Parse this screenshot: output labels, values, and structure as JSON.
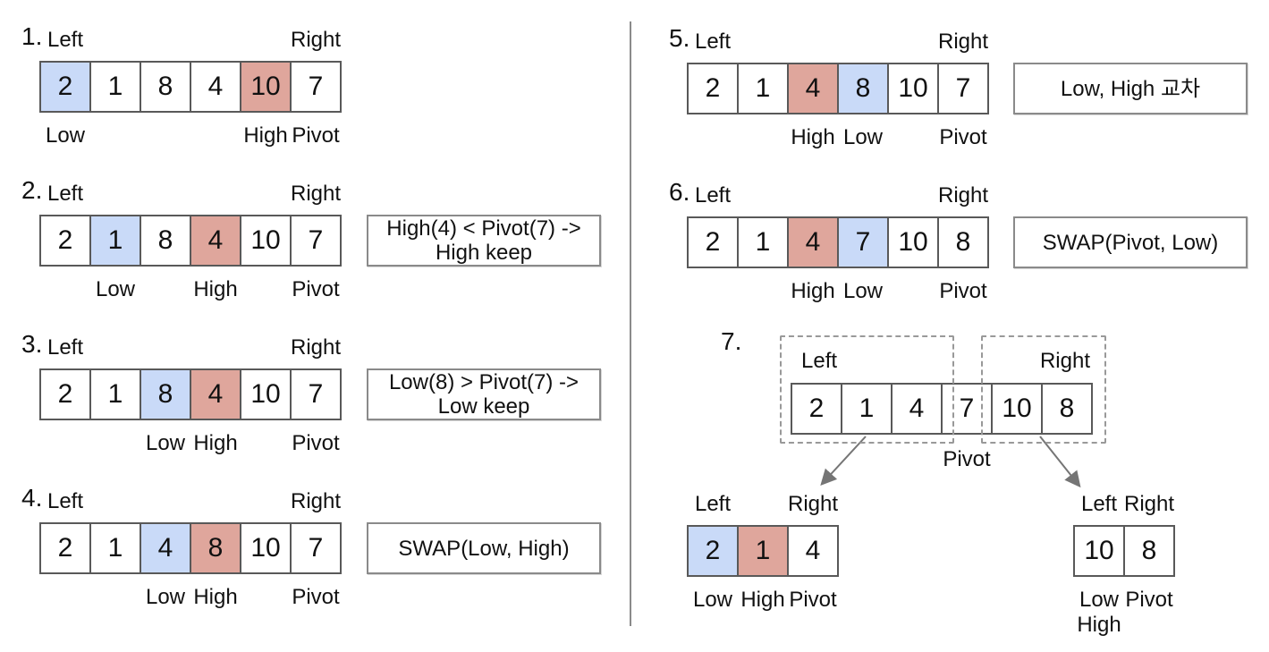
{
  "title": "Quicksort partition steps diagram",
  "colors": {
    "low_highlight_blue": "#c9daf8",
    "high_highlight_red": "#dfa69c",
    "cell_border": "#595959",
    "note_border": "#8a8a8a",
    "dashed_box_border": "#999999",
    "arrow": "#757575",
    "divider": "#8a8a8a",
    "text": "#111111",
    "background": "#ffffff"
  },
  "steps": [
    {
      "number": "1.",
      "top_labels": [
        {
          "text": "Left",
          "cell": 0
        },
        {
          "text": "Right",
          "cell": 5
        }
      ],
      "cells": [
        {
          "v": "2",
          "hl": "blue"
        },
        {
          "v": "1"
        },
        {
          "v": "8"
        },
        {
          "v": "4"
        },
        {
          "v": "10",
          "hl": "red"
        },
        {
          "v": "7"
        }
      ],
      "bottom_labels": [
        {
          "text": "Low",
          "cell": 0
        },
        {
          "text": "High",
          "cell": 4
        },
        {
          "text": "Pivot",
          "cell": 5
        }
      ],
      "note_lines": []
    },
    {
      "number": "2.",
      "top_labels": [
        {
          "text": "Left",
          "cell": 0
        },
        {
          "text": "Right",
          "cell": 5
        }
      ],
      "cells": [
        {
          "v": "2"
        },
        {
          "v": "1",
          "hl": "blue"
        },
        {
          "v": "8"
        },
        {
          "v": "4",
          "hl": "red"
        },
        {
          "v": "10"
        },
        {
          "v": "7"
        }
      ],
      "bottom_labels": [
        {
          "text": "Low",
          "cell": 1
        },
        {
          "text": "High",
          "cell": 3
        },
        {
          "text": "Pivot",
          "cell": 5
        }
      ],
      "note_lines": [
        "High(4) < Pivot(7) ->",
        "High keep"
      ]
    },
    {
      "number": "3.",
      "top_labels": [
        {
          "text": "Left",
          "cell": 0
        },
        {
          "text": "Right",
          "cell": 5
        }
      ],
      "cells": [
        {
          "v": "2"
        },
        {
          "v": "1"
        },
        {
          "v": "8",
          "hl": "blue"
        },
        {
          "v": "4",
          "hl": "red"
        },
        {
          "v": "10"
        },
        {
          "v": "7"
        }
      ],
      "bottom_labels": [
        {
          "text": "Low",
          "cell": 2
        },
        {
          "text": "High",
          "cell": 3
        },
        {
          "text": "Pivot",
          "cell": 5
        }
      ],
      "note_lines": [
        "Low(8) > Pivot(7) ->",
        "Low keep"
      ]
    },
    {
      "number": "4.",
      "top_labels": [
        {
          "text": "Left",
          "cell": 0
        },
        {
          "text": "Right",
          "cell": 5
        }
      ],
      "cells": [
        {
          "v": "2"
        },
        {
          "v": "1"
        },
        {
          "v": "4",
          "hl": "blue"
        },
        {
          "v": "8",
          "hl": "red"
        },
        {
          "v": "10"
        },
        {
          "v": "7"
        }
      ],
      "bottom_labels": [
        {
          "text": "Low",
          "cell": 2
        },
        {
          "text": "High",
          "cell": 3
        },
        {
          "text": "Pivot",
          "cell": 5
        }
      ],
      "note_lines": [
        "SWAP(Low, High)"
      ]
    },
    {
      "number": "5.",
      "top_labels": [
        {
          "text": "Left",
          "cell": 0
        },
        {
          "text": "Right",
          "cell": 5
        }
      ],
      "cells": [
        {
          "v": "2"
        },
        {
          "v": "1"
        },
        {
          "v": "4",
          "hl": "red"
        },
        {
          "v": "8",
          "hl": "blue"
        },
        {
          "v": "10"
        },
        {
          "v": "7"
        }
      ],
      "bottom_labels": [
        {
          "text": "High",
          "cell": 2
        },
        {
          "text": "Low",
          "cell": 3
        },
        {
          "text": "Pivot",
          "cell": 5
        }
      ],
      "note_lines": [
        "Low, High 교차"
      ]
    },
    {
      "number": "6.",
      "top_labels": [
        {
          "text": "Left",
          "cell": 0
        },
        {
          "text": "Right",
          "cell": 5
        }
      ],
      "cells": [
        {
          "v": "2"
        },
        {
          "v": "1"
        },
        {
          "v": "4",
          "hl": "red"
        },
        {
          "v": "7",
          "hl": "blue"
        },
        {
          "v": "10"
        },
        {
          "v": "8"
        }
      ],
      "bottom_labels": [
        {
          "text": "High",
          "cell": 2
        },
        {
          "text": "Low",
          "cell": 3
        },
        {
          "text": "Pivot",
          "cell": 5
        }
      ],
      "note_lines": [
        "SWAP(Pivot, Low)"
      ]
    }
  ],
  "step7": {
    "number": "7.",
    "left_box_label": "Left",
    "right_box_label": "Right",
    "main": {
      "top_labels": [],
      "cells": [
        {
          "v": "2"
        },
        {
          "v": "1"
        },
        {
          "v": "4"
        },
        {
          "v": "7"
        },
        {
          "v": "10"
        },
        {
          "v": "8"
        }
      ],
      "bottom_labels": [
        {
          "text": "Pivot",
          "cell": 3
        }
      ]
    },
    "left_subarray": {
      "top_labels": [
        {
          "text": "Left",
          "cell": 0
        },
        {
          "text": "Right",
          "cell": 2
        }
      ],
      "cells": [
        {
          "v": "2",
          "hl": "blue"
        },
        {
          "v": "1",
          "hl": "red"
        },
        {
          "v": "4"
        }
      ],
      "bottom_labels": [
        {
          "text": "Low",
          "cell": 0
        },
        {
          "text": "High",
          "cell": 1
        },
        {
          "text": "Pivot",
          "cell": 2
        }
      ]
    },
    "right_subarray": {
      "top_labels": [
        {
          "text": "Left",
          "cell": 0
        },
        {
          "text": "Right",
          "cell": 1
        }
      ],
      "cells": [
        {
          "v": "10"
        },
        {
          "v": "8"
        }
      ],
      "bottom_labels": [
        {
          "text": "Low",
          "cell": 0
        },
        {
          "text": "Pivot",
          "cell": 1
        },
        {
          "text": "High",
          "cell": 0,
          "row": 2
        }
      ]
    }
  }
}
